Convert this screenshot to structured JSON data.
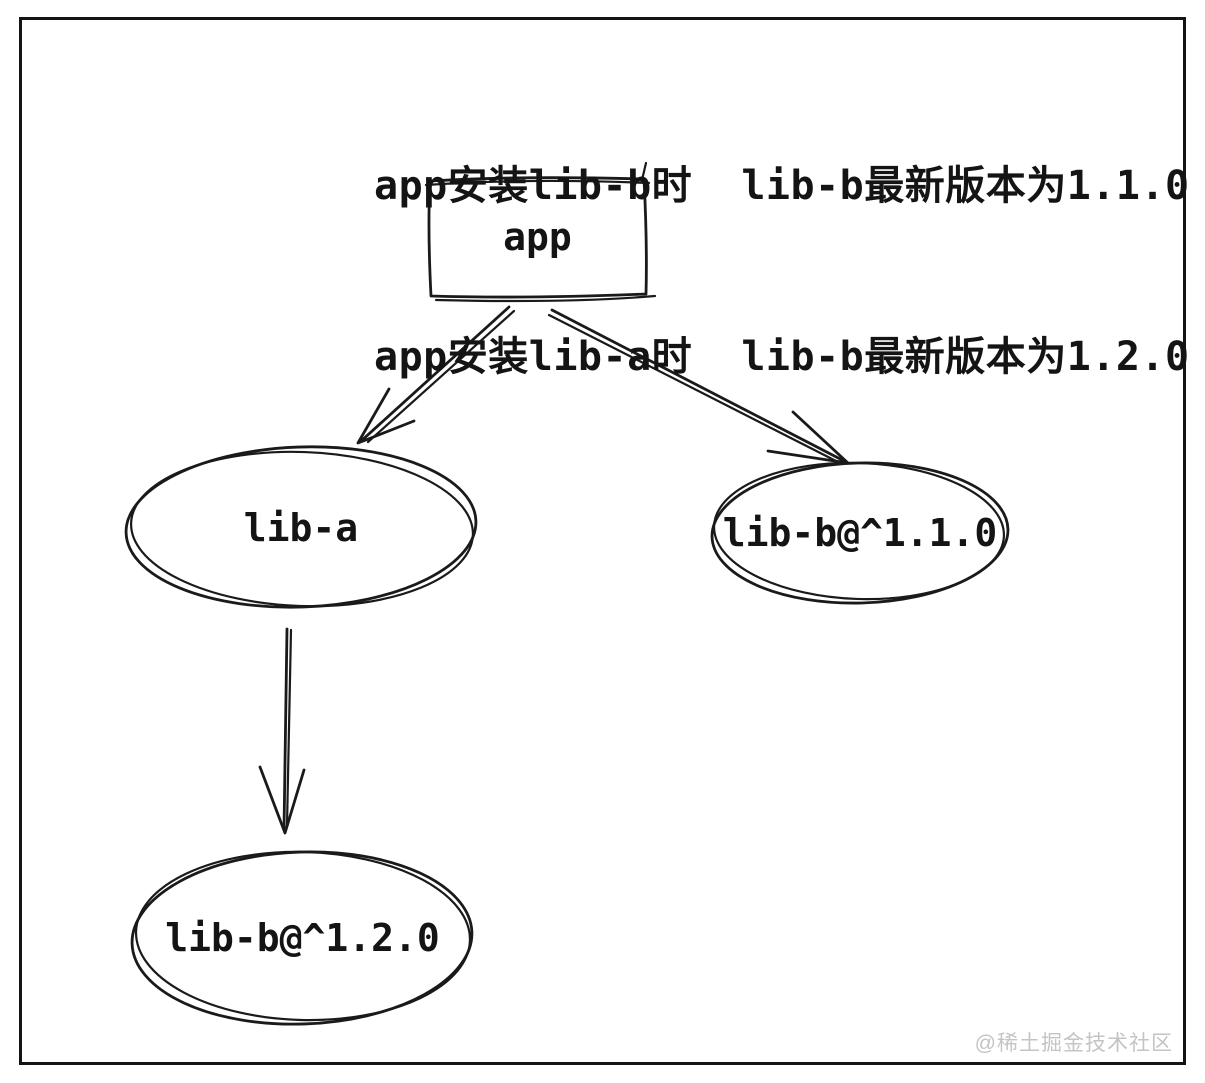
{
  "page": {
    "background_color": "#ffffff",
    "ink_color": "#1a1a1a",
    "watermark_color": "#c4c4c4"
  },
  "annotation": {
    "line1": "app安装lib-b时  lib-b最新版本为1.1.0",
    "line2": "app安装lib-a时  lib-b最新版本为1.2.0"
  },
  "diagram": {
    "nodes": [
      {
        "id": "app",
        "label": "app",
        "shape": "rectangle"
      },
      {
        "id": "lib-a",
        "label": "lib-a",
        "shape": "ellipse"
      },
      {
        "id": "lib-b-110",
        "label": "lib-b@^1.1.0",
        "shape": "ellipse"
      },
      {
        "id": "lib-b-120",
        "label": "lib-b@^1.2.0",
        "shape": "ellipse"
      }
    ],
    "edges": [
      {
        "from": "app",
        "to": "lib-a"
      },
      {
        "from": "app",
        "to": "lib-b-110"
      },
      {
        "from": "lib-a",
        "to": "lib-b-120"
      }
    ]
  },
  "watermark": "@稀土掘金技术社区"
}
